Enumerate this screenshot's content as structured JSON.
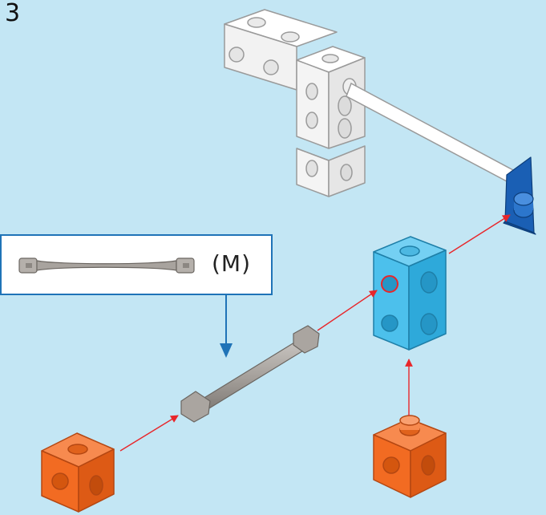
{
  "step": {
    "number": "3"
  },
  "callout": {
    "part_code": "(M)"
  },
  "colors": {
    "background": "#c3e6f4",
    "callout_border": "#1f73b7",
    "callout_arrow": "#1f73b7",
    "assembly_arrow": "#e8262a",
    "white_part": "#ffffff",
    "blue_connector": "#1a5fb4",
    "cyan_block": "#3db8ea",
    "orange_block": "#f26b22",
    "gray_axle": "#a8a39e"
  },
  "parts": [
    {
      "name": "white-frame-assembly",
      "icon": "white-cube-assembly"
    },
    {
      "name": "blue-angle-connector",
      "icon": "blue-connector"
    },
    {
      "name": "cyan-block",
      "icon": "cyan-cube"
    },
    {
      "name": "axle-m",
      "icon": "gray-axle"
    },
    {
      "name": "orange-cube-left",
      "icon": "orange-cube"
    },
    {
      "name": "orange-cube-bottom",
      "icon": "orange-cube"
    }
  ]
}
